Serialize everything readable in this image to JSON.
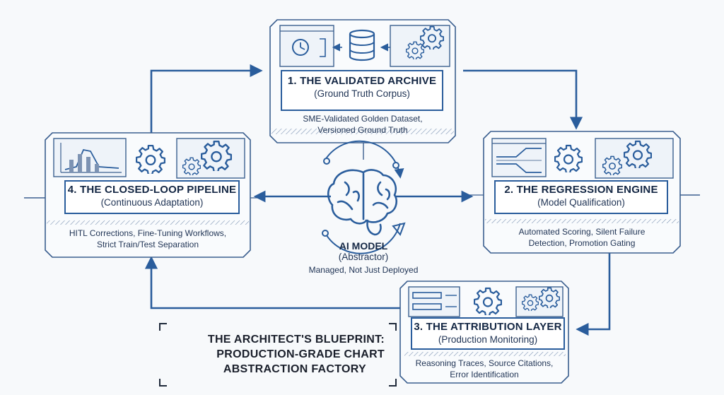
{
  "cards": {
    "archive": {
      "title": "1. THE VALIDATED ARCHIVE",
      "subtitle": "(Ground Truth Corpus)",
      "desc_line1": "SME-Validated Golden Dataset,",
      "desc_line2": "Versioned Ground Truth"
    },
    "regression": {
      "title": "2. THE REGRESSION ENGINE",
      "subtitle": "(Model Qualification)",
      "desc_line1": "Automated Scoring, Silent Failure",
      "desc_line2": "Detection, Promotion Gating"
    },
    "attribution": {
      "title": "3. THE ATTRIBUTION LAYER",
      "subtitle": "(Production Monitoring)",
      "desc_line1": "Reasoning Traces, Source Citations,",
      "desc_line2": "Error Identification"
    },
    "pipeline": {
      "title": "4. THE CLOSED-LOOP PIPELINE",
      "subtitle": "(Continuous Adaptation)",
      "desc_line1": "HITL Corrections, Fine-Tuning Workflows,",
      "desc_line2": "Strict Train/Test Separation"
    }
  },
  "center": {
    "title": "AI MODEL",
    "subtitle": "(Abstractor)",
    "tagline": "Managed, Not Just Deployed"
  },
  "blueprint": {
    "line1": "THE ARCHITECT'S BLUEPRINT:",
    "line2": "PRODUCTION-GRADE CHART",
    "line3": "ABSTRACTION FACTORY"
  },
  "colors": {
    "accent": "#2a5d9c",
    "line": "#3b5f8f",
    "background": "#f7f9fb"
  },
  "icons": [
    "database-icon",
    "gear-icon",
    "clock-window-icon",
    "chart-window-icon",
    "route-window-icon",
    "list-window-icon",
    "brain-icon"
  ]
}
